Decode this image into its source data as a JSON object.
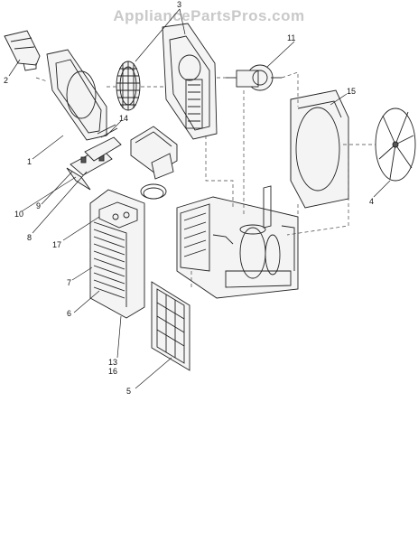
{
  "watermark": "AppliancePartsPros.com",
  "callouts": {
    "c1": "1",
    "c2": "2",
    "c3": "3",
    "c4": "4",
    "c5": "5",
    "c6": "6",
    "c7": "7",
    "c8": "8",
    "c9": "9",
    "c10": "10",
    "c11": "11",
    "c13": "13",
    "c14": "14",
    "c15": "15",
    "c16": "16",
    "c17": "17"
  }
}
